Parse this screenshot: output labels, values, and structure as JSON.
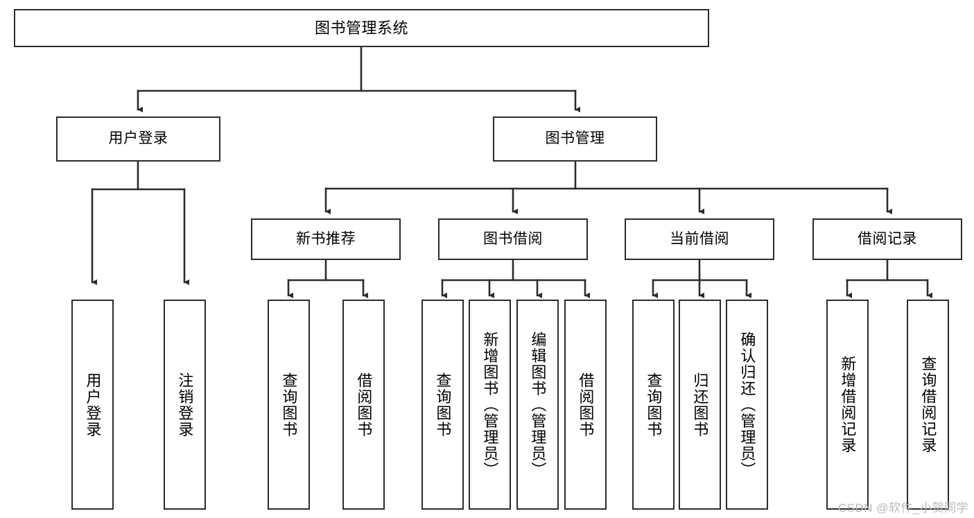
{
  "diagram": {
    "title": "图书管理系统",
    "type": "hierarchy-tree",
    "watermark": "CSDN @软件_小贺同学",
    "colors": {
      "box_border": "#2b2b2b",
      "box_fill": "#ffffff",
      "connector": "#2b2b2b",
      "background": "#ffffff",
      "watermark": "#b9b9b9"
    },
    "root": {
      "label": "图书管理系统"
    },
    "level2": [
      {
        "label": "用户登录"
      },
      {
        "label": "图书管理"
      }
    ],
    "level3": [
      {
        "label": "新书推荐"
      },
      {
        "label": "图书借阅"
      },
      {
        "label": "当前借阅"
      },
      {
        "label": "借阅记录"
      }
    ],
    "leaves": {
      "user_login": [
        {
          "label": "用户登录"
        },
        {
          "label": "注销登录"
        }
      ],
      "new_book_recommend": [
        {
          "label": "查询图书"
        },
        {
          "label": "借阅图书"
        }
      ],
      "book_borrow": [
        {
          "label": "查询图书"
        },
        {
          "label": "新增图书（管理员）"
        },
        {
          "label": "编辑图书（管理员）"
        },
        {
          "label": "借阅图书"
        }
      ],
      "current_borrow": [
        {
          "label": "查询图书"
        },
        {
          "label": "归还图书"
        },
        {
          "label": "确认归还（管理员）"
        }
      ],
      "borrow_records": [
        {
          "label": "新增借阅记录"
        },
        {
          "label": "查询借阅记录"
        }
      ]
    }
  }
}
